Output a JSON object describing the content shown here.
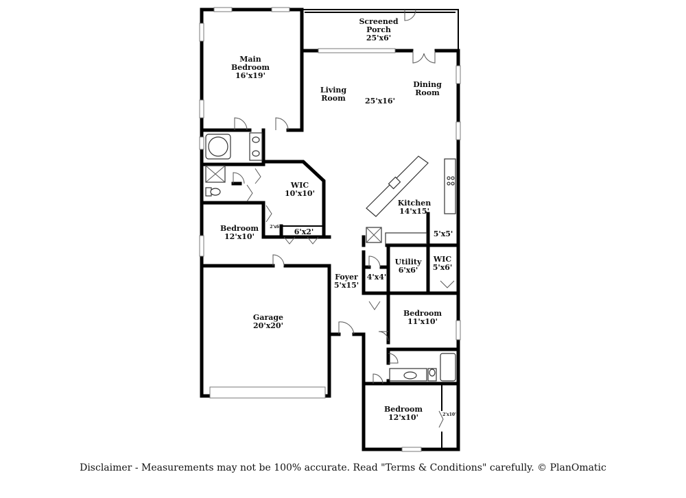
{
  "rooms": {
    "screened_porch": {
      "name_line1": "Screened",
      "name_line2": "Porch",
      "size": "25'x6'"
    },
    "main_bedroom": {
      "name_line1": "Main",
      "name_line2": "Bedroom",
      "size": "16'x19'"
    },
    "living_room": {
      "name_line1": "Living",
      "name_line2": "Room"
    },
    "living_dining_size": "25'x16'",
    "dining_room": {
      "name_line1": "Dining",
      "name_line2": "Room"
    },
    "wic_main": {
      "name": "WIC",
      "size": "10'x10'"
    },
    "kitchen": {
      "name": "Kitchen",
      "size": "14'x15'"
    },
    "bedroom_west": {
      "name": "Bedroom",
      "size": "12'x10'"
    },
    "closet_west": {
      "size": "2'x6'"
    },
    "hall_closet": {
      "size": "6'x2'"
    },
    "pantry": {
      "size": "5'x5'"
    },
    "utility": {
      "name": "Utility",
      "size": "6'x6'"
    },
    "wic_east": {
      "name": "WIC",
      "size": "5'x6'"
    },
    "foyer": {
      "name": "Foyer",
      "size": "5'x15'"
    },
    "coat_closet": {
      "size": "4'x4'"
    },
    "garage": {
      "name": "Garage",
      "size": "20'x20'"
    },
    "bedroom_east": {
      "name": "Bedroom",
      "size": "11'x10'"
    },
    "bedroom_south": {
      "name": "Bedroom",
      "size": "12'x10'"
    },
    "closet_south": {
      "size": "2'x10'"
    }
  },
  "disclaimer": "Disclaimer - Measurements may not be 100% accurate. Read \"Terms & Conditions\" carefully. © PlanOmatic"
}
